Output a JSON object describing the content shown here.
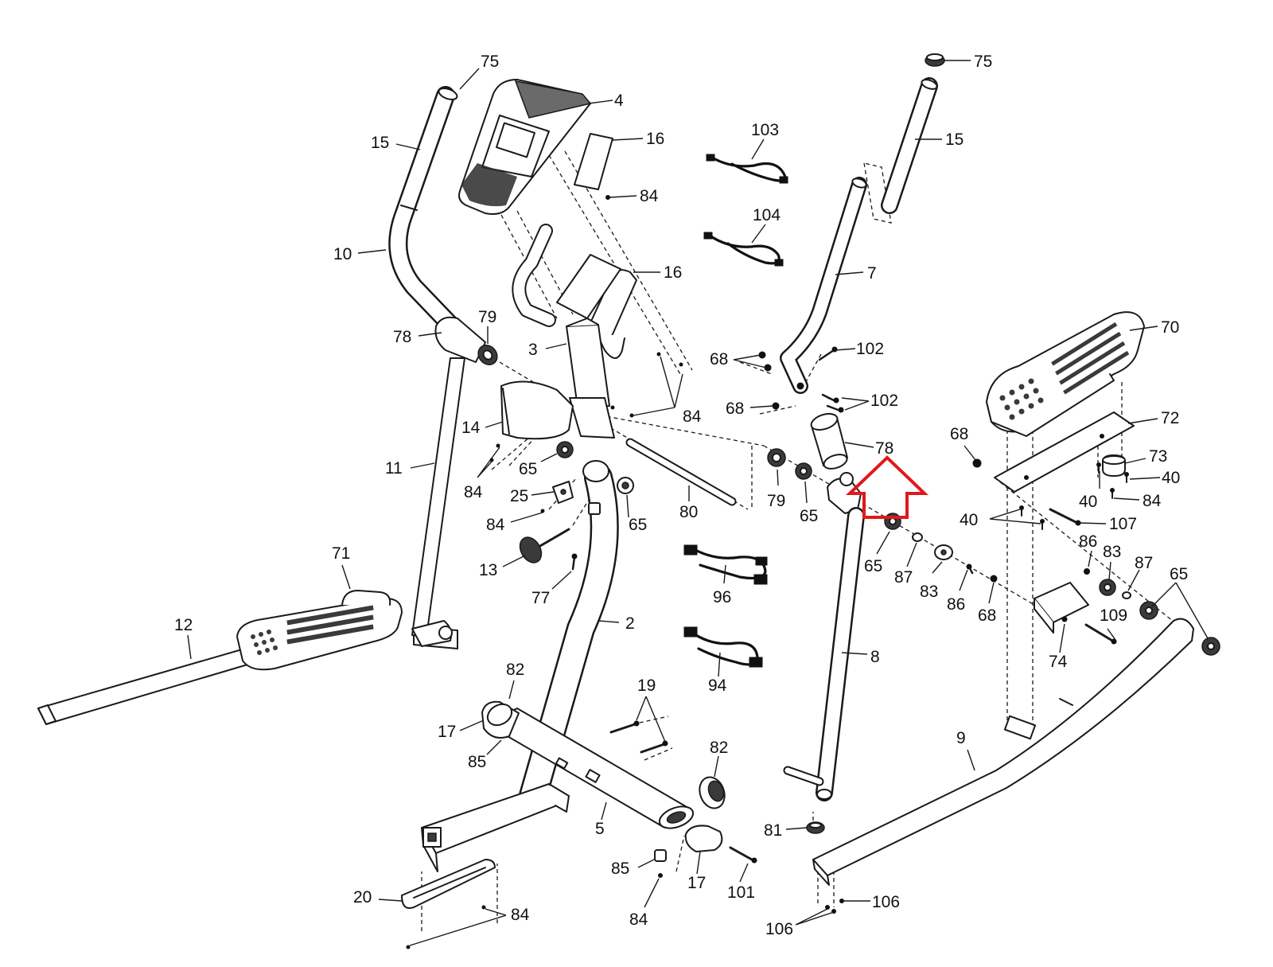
{
  "diagram": {
    "callouts": [
      {
        "id": "c75a",
        "text": "75"
      },
      {
        "id": "c4",
        "text": "4"
      },
      {
        "id": "c15a",
        "text": "15"
      },
      {
        "id": "c16a",
        "text": "16"
      },
      {
        "id": "c84a",
        "text": "84"
      },
      {
        "id": "c10",
        "text": "10"
      },
      {
        "id": "c16b",
        "text": "16"
      },
      {
        "id": "c78a",
        "text": "78"
      },
      {
        "id": "c79a",
        "text": "79"
      },
      {
        "id": "c3",
        "text": "3"
      },
      {
        "id": "c84b",
        "text": "84"
      },
      {
        "id": "c14",
        "text": "14"
      },
      {
        "id": "c11",
        "text": "11"
      },
      {
        "id": "c65a",
        "text": "65"
      },
      {
        "id": "c84c",
        "text": "84"
      },
      {
        "id": "c25",
        "text": "25"
      },
      {
        "id": "c84d",
        "text": "84"
      },
      {
        "id": "c65b",
        "text": "65"
      },
      {
        "id": "c80",
        "text": "80"
      },
      {
        "id": "c13",
        "text": "13"
      },
      {
        "id": "c77",
        "text": "77"
      },
      {
        "id": "c71",
        "text": "71"
      },
      {
        "id": "c12",
        "text": "12"
      },
      {
        "id": "c2",
        "text": "2"
      },
      {
        "id": "c82a",
        "text": "82"
      },
      {
        "id": "c19",
        "text": "19"
      },
      {
        "id": "c17a",
        "text": "17"
      },
      {
        "id": "c85a",
        "text": "85"
      },
      {
        "id": "c82b",
        "text": "82"
      },
      {
        "id": "c5",
        "text": "5"
      },
      {
        "id": "c85b",
        "text": "85"
      },
      {
        "id": "c17b",
        "text": "17"
      },
      {
        "id": "c101",
        "text": "101"
      },
      {
        "id": "c20",
        "text": "20"
      },
      {
        "id": "c84e",
        "text": "84"
      },
      {
        "id": "c84f",
        "text": "84"
      },
      {
        "id": "c103",
        "text": "103"
      },
      {
        "id": "c104",
        "text": "104"
      },
      {
        "id": "c96",
        "text": "96"
      },
      {
        "id": "c94",
        "text": "94"
      },
      {
        "id": "c75b",
        "text": "75"
      },
      {
        "id": "c15b",
        "text": "15"
      },
      {
        "id": "c7",
        "text": "7"
      },
      {
        "id": "c102a",
        "text": "102"
      },
      {
        "id": "c68a",
        "text": "68"
      },
      {
        "id": "c102b",
        "text": "102"
      },
      {
        "id": "c68b",
        "text": "68"
      },
      {
        "id": "c78b",
        "text": "78"
      },
      {
        "id": "c79b",
        "text": "79"
      },
      {
        "id": "c65c",
        "text": "65"
      },
      {
        "id": "c65d",
        "text": "65"
      },
      {
        "id": "c87a",
        "text": "87"
      },
      {
        "id": "c83a",
        "text": "83"
      },
      {
        "id": "c86a",
        "text": "86"
      },
      {
        "id": "c68c",
        "text": "68"
      },
      {
        "id": "c8",
        "text": "8"
      },
      {
        "id": "c81",
        "text": "81"
      },
      {
        "id": "c70",
        "text": "70"
      },
      {
        "id": "c72",
        "text": "72"
      },
      {
        "id": "c68d",
        "text": "68"
      },
      {
        "id": "c73",
        "text": "73"
      },
      {
        "id": "c40a",
        "text": "40"
      },
      {
        "id": "c40b",
        "text": "40"
      },
      {
        "id": "c84g",
        "text": "84"
      },
      {
        "id": "c40c",
        "text": "40"
      },
      {
        "id": "c107",
        "text": "107"
      },
      {
        "id": "c86b",
        "text": "86"
      },
      {
        "id": "c83b",
        "text": "83"
      },
      {
        "id": "c87b",
        "text": "87"
      },
      {
        "id": "c65e",
        "text": "65"
      },
      {
        "id": "c109",
        "text": "109"
      },
      {
        "id": "c74",
        "text": "74"
      },
      {
        "id": "c9",
        "text": "9"
      },
      {
        "id": "c106a",
        "text": "106"
      },
      {
        "id": "c106b",
        "text": "106"
      }
    ],
    "highlight": {
      "target_part": "78",
      "color": "#e0191b"
    },
    "colors": {
      "line": "#1a1a1a",
      "background": "#ffffff"
    }
  }
}
